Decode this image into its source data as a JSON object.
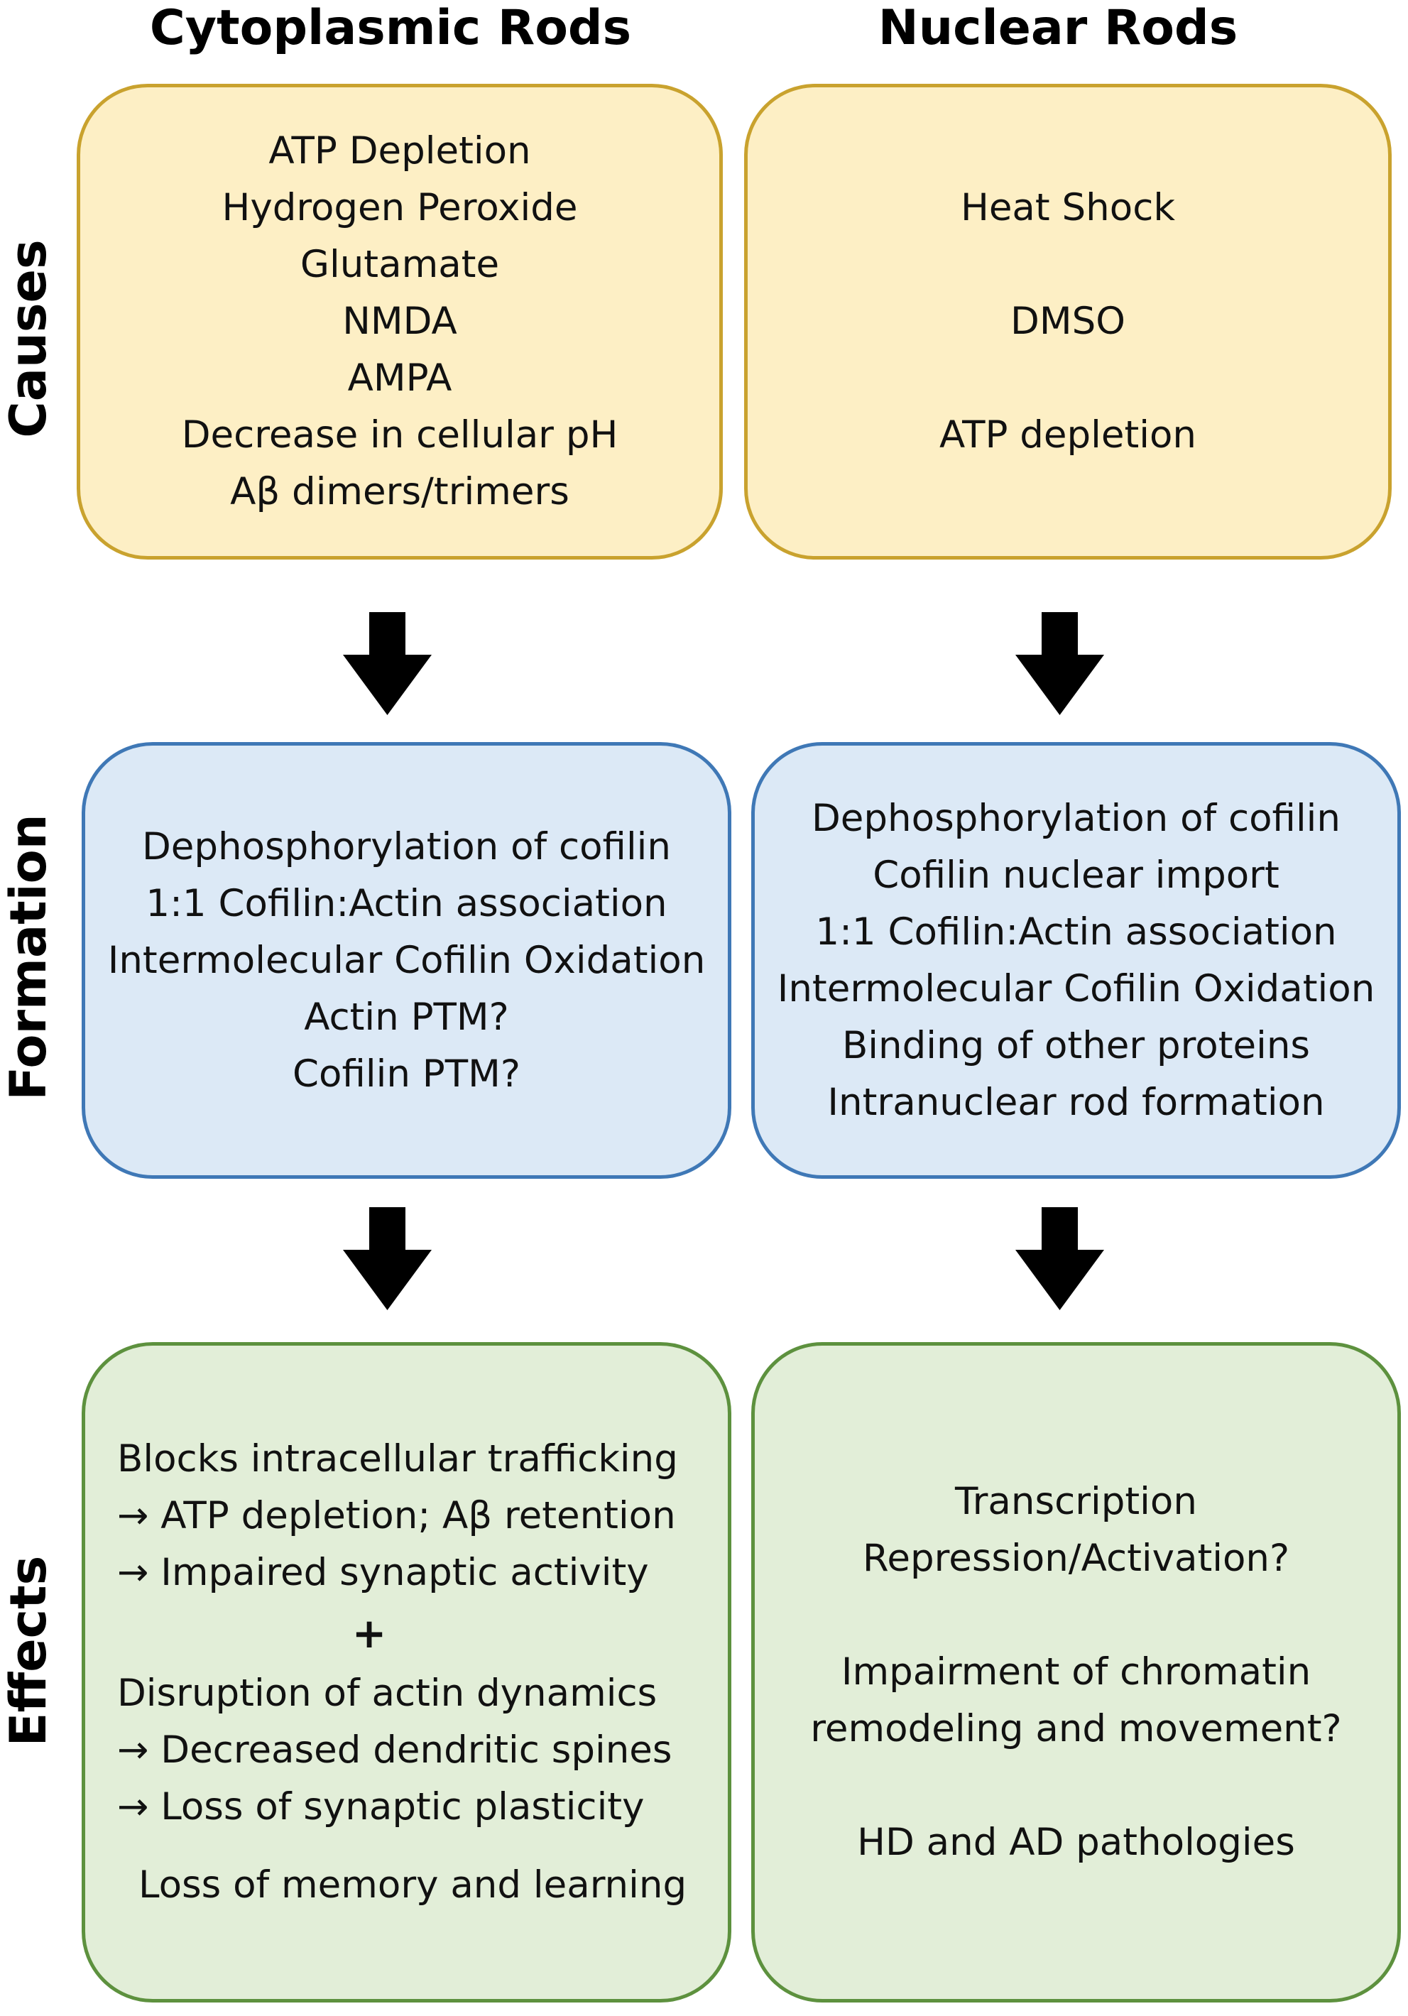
{
  "columns": {
    "left_title": "Cytoplasmic Rods",
    "right_title": "Nuclear Rods"
  },
  "rows": {
    "causes": "Causes",
    "formation": "Formation",
    "effects": "Effects"
  },
  "causes": {
    "cytoplasmic": [
      "ATP Depletion",
      "Hydrogen Peroxide",
      "Glutamate",
      "NMDA",
      "AMPA",
      "Decrease in cellular pH",
      "Aβ dimers/trimers"
    ],
    "nuclear": [
      "Heat Shock",
      "DMSO",
      "ATP depletion"
    ]
  },
  "formation": {
    "cytoplasmic": [
      "Dephosphorylation of cofilin",
      "1:1 Cofilin:Actin association",
      "Intermolecular Cofilin Oxidation",
      "Actin PTM?",
      "Cofilin PTM?"
    ],
    "nuclear": [
      "Dephosphorylation of cofilin",
      "Cofilin nuclear import",
      "1:1 Cofilin:Actin association",
      "Intermolecular Cofilin Oxidation",
      "Binding of other proteins",
      "Intranuclear rod formation"
    ]
  },
  "effects": {
    "cytoplasmic": {
      "block1": [
        "Blocks intracellular trafficking",
        "→ ATP depletion; Aβ retention",
        "→ Impaired synaptic activity"
      ],
      "plus": "+",
      "block2": [
        "Disruption of actin dynamics",
        "→ Decreased dendritic spines",
        "→ Loss of synaptic plasticity"
      ],
      "final": "Loss of memory and learning"
    },
    "nuclear": {
      "item1": [
        "Transcription",
        "Repression/Activation?"
      ],
      "item2": [
        "Impairment of chromatin",
        "remodeling and movement?"
      ],
      "item3": [
        "HD and AD pathologies"
      ]
    }
  },
  "colors": {
    "causes_fill": "#fdefc5",
    "causes_border": "#c9a22e",
    "formation_fill": "#dce9f6",
    "formation_border": "#3f78b6",
    "effects_fill": "#e2eed8",
    "effects_border": "#5d913e",
    "arrow": "#000000"
  }
}
